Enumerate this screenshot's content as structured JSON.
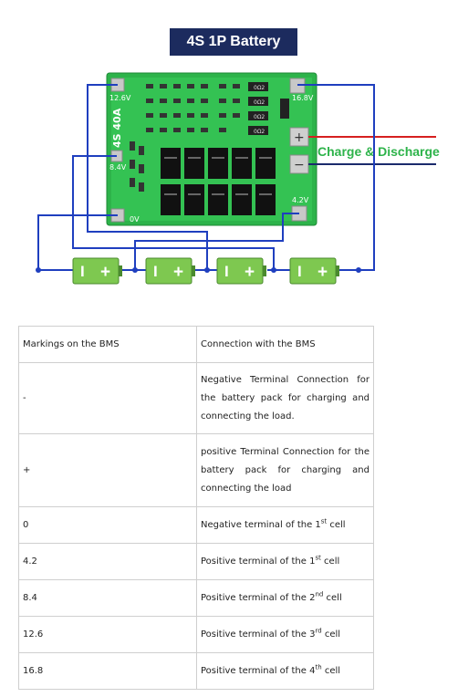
{
  "title": "4S 1P Battery",
  "board": {
    "labels": {
      "b126": "12.6V",
      "b168": "16.8V",
      "b84": "8.4V",
      "b42": "4.2V",
      "b0": "0V",
      "model": "4S 40A"
    },
    "resistor_text": "0Ω2",
    "plus": "+",
    "minus": "−"
  },
  "charge_label": "Charge & Discharge",
  "cell_symbols": {
    "neg": "I",
    "pos": "+"
  },
  "cell_count": 4,
  "colors": {
    "board": "#2db34a",
    "wire": "#1f3fbf",
    "red_wire": "#d62020",
    "charge_text": "#2db34a",
    "cell": "#7ec850"
  },
  "table": {
    "headers": [
      "Markings on the BMS",
      "Connection with the BMS"
    ],
    "rows": [
      {
        "mark": "-",
        "desc": "Negative Terminal Connection for the battery pack for charging and connecting the load."
      },
      {
        "mark": "+",
        "desc": "positive Terminal Connection for the battery pack  for charging and connecting the load"
      },
      {
        "mark": "0",
        "pre": "Negative terminal of the 1",
        "sup": "st",
        "post": " cell"
      },
      {
        "mark": "4.2",
        "pre": "Positive terminal of the 1",
        "sup": "st",
        "post": " cell"
      },
      {
        "mark": "8.4",
        "pre": "Positive terminal of the 2",
        "sup": "nd",
        "post": " cell"
      },
      {
        "mark": "12.6",
        "pre": "Positive terminal of the 3",
        "sup": "rd",
        "post": " cell"
      },
      {
        "mark": "16.8",
        "pre": "Positive terminal of the 4",
        "sup": "th",
        "post": " cell"
      }
    ]
  }
}
